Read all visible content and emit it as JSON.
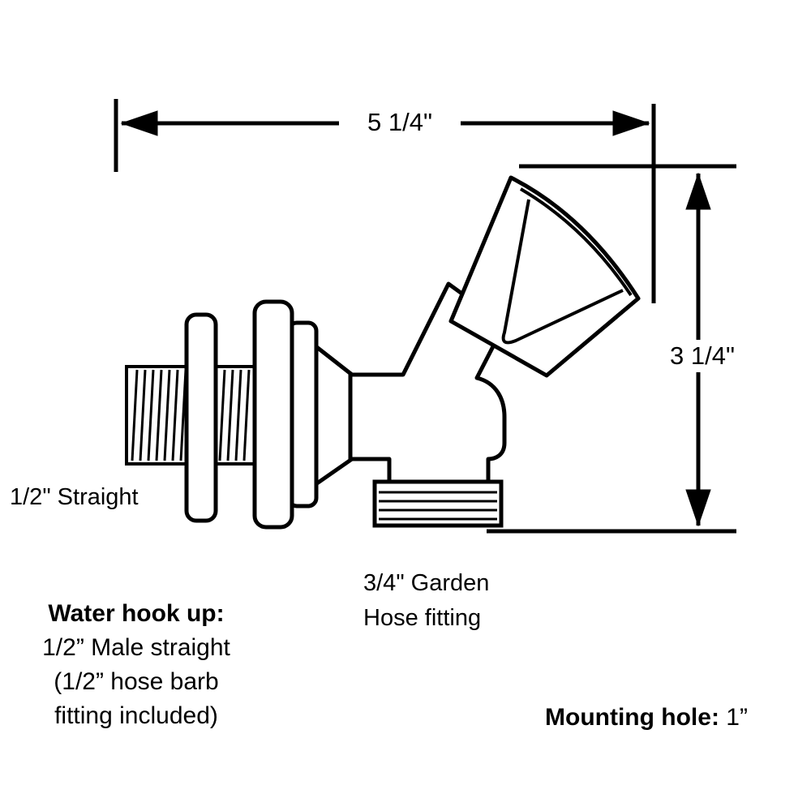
{
  "diagram": {
    "title": "faucet-dimension-diagram",
    "dimensions": {
      "width_label": "5 1/4\"",
      "height_label": "3 1/4\""
    },
    "labels": {
      "inlet": "1/2\" Straight",
      "outlet_line1": "3/4\" Garden",
      "outlet_line2": "Hose fitting",
      "hookup_title": "Water hook up:",
      "hookup_line1": "1/2” Male straight",
      "hookup_line2": "(1/2” hose barb",
      "hookup_line3": "fitting included)",
      "mounting_label": "Mounting hole:",
      "mounting_value": " 1”"
    },
    "colors": {
      "line": "#000000",
      "background": "#ffffff"
    }
  }
}
